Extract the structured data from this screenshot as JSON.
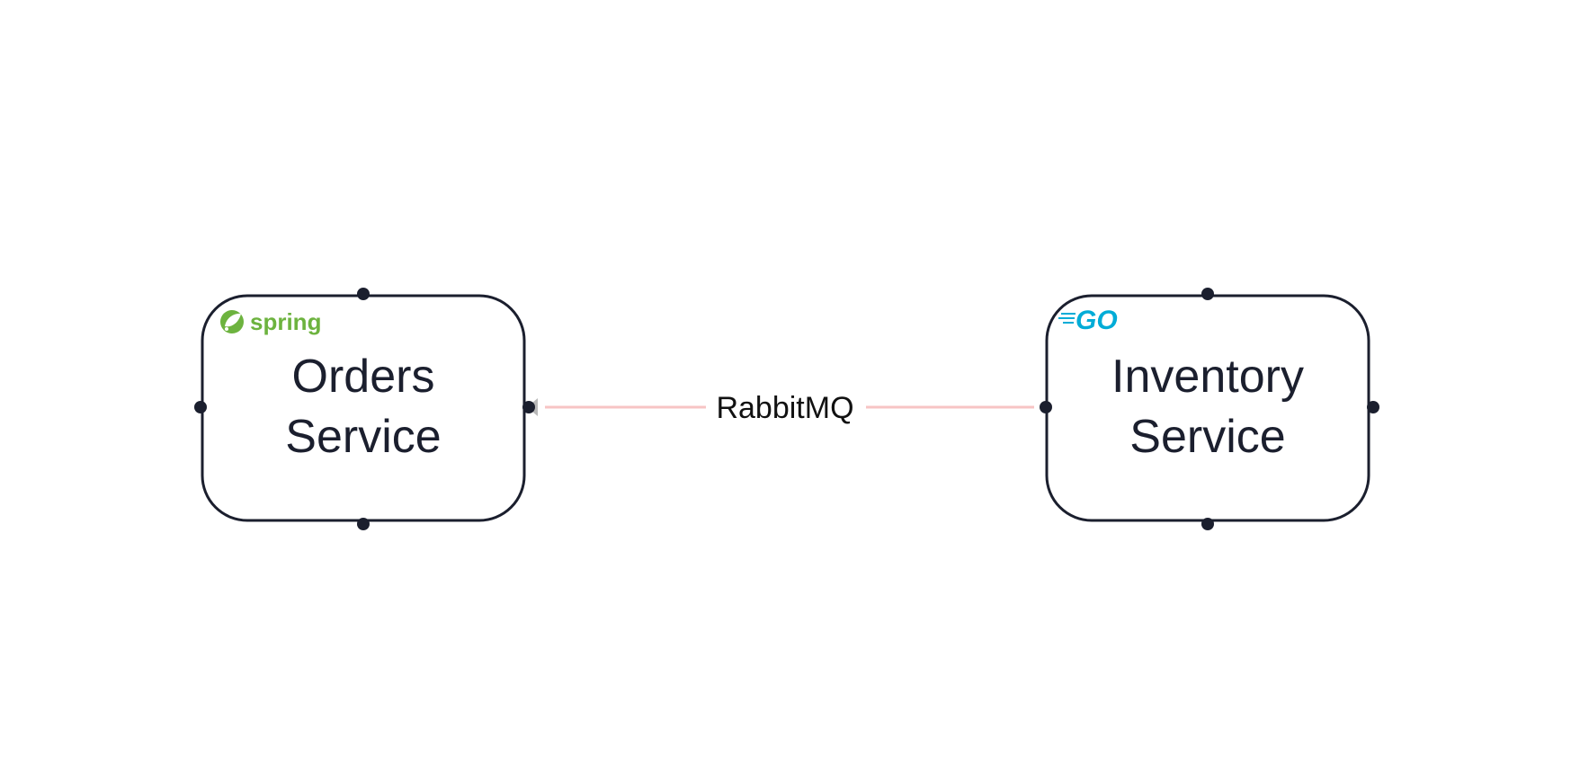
{
  "nodes": {
    "orders": {
      "line1": "Orders",
      "line2": "Service",
      "logo": "spring",
      "logo_label": "spring",
      "logo_color": "#6db33f"
    },
    "inventory": {
      "line1": "Inventory",
      "line2": "Service",
      "logo": "go",
      "logo_label": "GO",
      "logo_color": "#00acd7"
    }
  },
  "edge": {
    "label": "RabbitMQ",
    "from": "inventory",
    "to": "orders",
    "line_color": "#f7c4c4",
    "arrow_color": "#b8b8b8"
  },
  "colors": {
    "node_border": "#1b1f2e",
    "text": "#1b1f2e",
    "background": "#ffffff"
  }
}
